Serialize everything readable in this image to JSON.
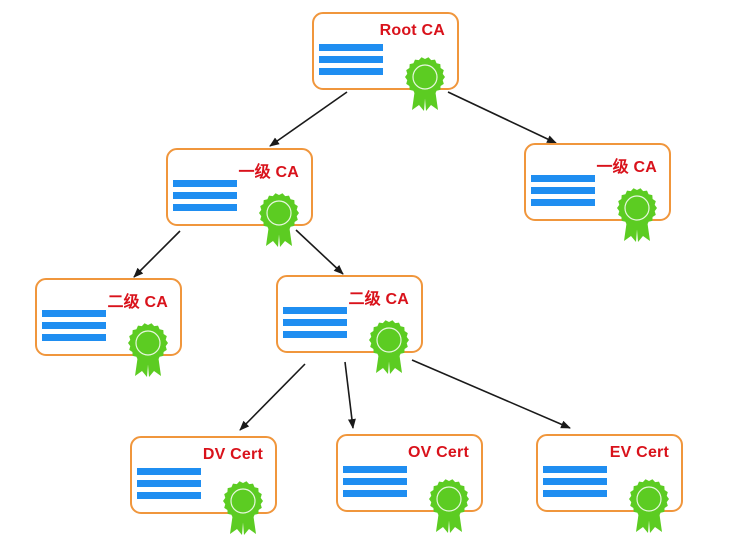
{
  "diagram": {
    "title": "Certificate chain of trust",
    "colors": {
      "border": "#f0963c",
      "title_text": "#d9121b",
      "bars": "#1f8ef1",
      "seal": "#5ccc22",
      "arrow": "#1a1a1a"
    },
    "nodes": [
      {
        "id": "root",
        "label": "Root CA",
        "level": 0
      },
      {
        "id": "int1-left",
        "label": "一级 CA",
        "level": 1,
        "parent": "root"
      },
      {
        "id": "int1-right",
        "label": "一级 CA",
        "level": 1,
        "parent": "root"
      },
      {
        "id": "int2-left",
        "label": "二级 CA",
        "level": 2,
        "parent": "int1-left"
      },
      {
        "id": "int2-mid",
        "label": "二级 CA",
        "level": 2,
        "parent": "int1-left"
      },
      {
        "id": "dv",
        "label": "DV Cert",
        "level": 3,
        "parent": "int2-mid"
      },
      {
        "id": "ov",
        "label": "OV Cert",
        "level": 3,
        "parent": "int2-mid"
      },
      {
        "id": "ev",
        "label": "EV Cert",
        "level": 3,
        "parent": "int2-mid"
      }
    ],
    "edges": [
      {
        "from": "root",
        "to": "int1-left"
      },
      {
        "from": "root",
        "to": "int1-right"
      },
      {
        "from": "int1-left",
        "to": "int2-left"
      },
      {
        "from": "int1-left",
        "to": "int2-mid"
      },
      {
        "from": "int2-mid",
        "to": "dv"
      },
      {
        "from": "int2-mid",
        "to": "ov"
      },
      {
        "from": "int2-mid",
        "to": "ev"
      }
    ]
  }
}
